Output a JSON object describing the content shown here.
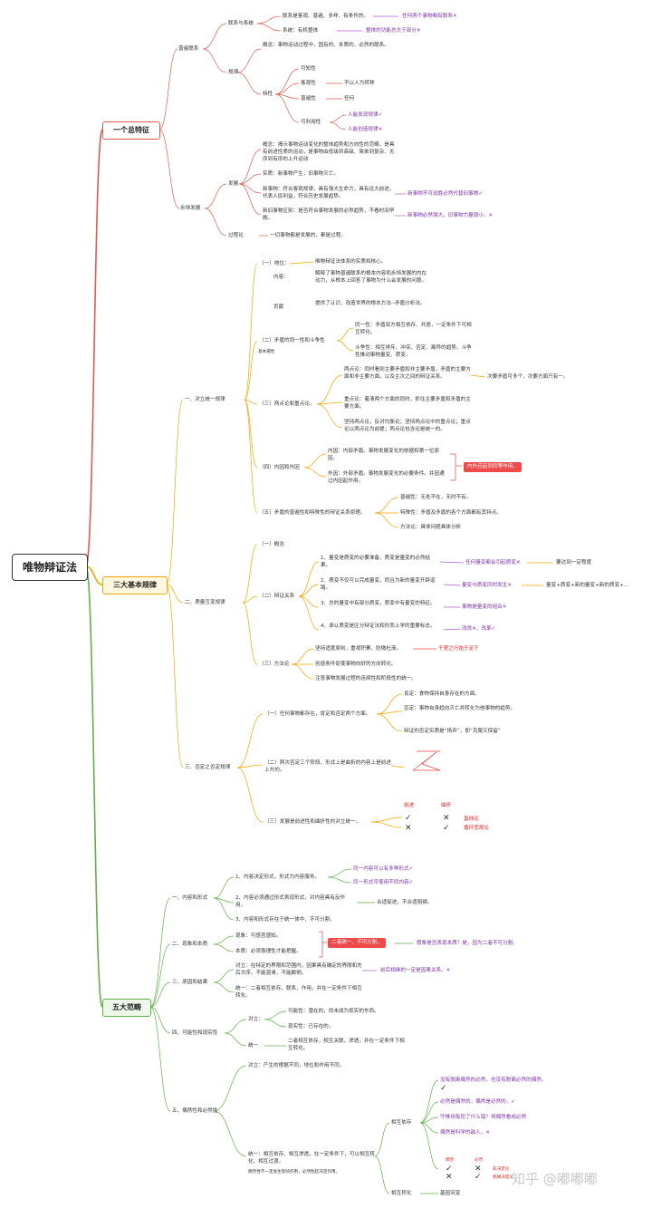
{
  "root": "唯物辩证法",
  "branches": {
    "b1": "一个总特征",
    "b2": "三大基本规律",
    "b3": "五大范畴"
  },
  "s1": {
    "pu": "普遍联系",
    "lxxt": "联系与系统",
    "l1": "联系是客观、普遍、多样、有条件的。",
    "l1a": "任何两个事物都有联系✕",
    "l2": "系统：有机整体",
    "l2a": "整体的功能总大于部分✕",
    "gl": "规律",
    "glgn": "概念：事物运动过程中，固有的、本质的、必然的联系。",
    "tx": "特性",
    "t1": "可知性",
    "t2": "客观性",
    "t2a": "不以人为转移",
    "t3": "普遍性",
    "t3a": "任何",
    "t4": "可利用性",
    "t4a": "人能发现规律✓",
    "t4b": "人能创造规律✕",
    "yh": "永恒发展",
    "fz": "发展",
    "f1": "概念：揭示事物运动变化的整体趋势和方向性的范畴，是具有前进性质的运动，是事物由低级到高级、简单到复杂、无序到有序的上升运动",
    "f2": "实质：新事物产生，旧事物灭亡。",
    "f3": "新事物：符合客观规律，具有强大生命力，具有远大前途，代表人民利益，符合历史发展趋势。",
    "f3a": "新事物不可战胜必然代替旧事物✓",
    "f4": "新旧事物区别：是否符合事物发展的必然趋势，不看时间早晚。",
    "f4a": "新事物必然强大，旧事物力量弱小。✕",
    "gcl": "过程论",
    "gcla": "一切事物都是发展的，都是过程。"
  },
  "s2": {
    "dl": "一、对立统一规律",
    "a1": "（一）地位：",
    "a1a": "唯物辩证法体系的实质和核心。",
    "a1n": "内容：",
    "a1na": "解释了事物普遍联系的根本内容和永恒发展的内在动力，从根本上回答了事物为什么会发展的问题。",
    "a1g": "贡献",
    "a1ga": "提供了认识、改造世界的根本方法--矛盾分析法。",
    "a2": "（二）矛盾的同一性和斗争性",
    "a2s": "基本属性",
    "a2a": "同一性：矛盾双方相互依存、共居，一定条件下可相互转化。",
    "a2b": "斗争性：相互排斥、冲突、否定、离异的趋势。斗争性推动事物量变、质变。",
    "a3": "（三）两点论和重点论。",
    "a3a": "两点论：同时看到主要矛盾和非主要矛盾，矛盾的主要方面和非主要方面，以及主次之间的辩证关系。",
    "a3aa": "次要矛盾可多个，次要方面只有一。",
    "a3b": "重点论：着清两个方面的同时，抓住主要矛盾和矛盾的主要方面。",
    "a3c": "坚持两点论，反对均衡论；坚持两点论中的重点论；重点论以两点论为前提；两点论包含论是统一的。",
    "a4": "（四）内因和外因",
    "a4a": "内因：内部矛盾。事物发展变化的依据和第一位原因。",
    "a4b": "外因：外部矛盾。事物发展变化的必要条件。并因通过内因起作用。",
    "a4box": "内外应起到同等作用。",
    "a5": "（五）矛盾的普遍性和特殊性的辩证关系原理。",
    "a5a": "普遍性：无处不在，无时不有。",
    "a5b": "特殊性：矛盾及矛盾的各个方面都有其特点。",
    "a5c": "方法论：具体问题具体分析",
    "zl": "二、质量互变规律",
    "b1": "（一）概念",
    "b2": "（二）辩证关系",
    "b2a": "1、量变是质变的必要准备，质变是量变的必然结果。",
    "b2aa": "任何量变都会引起质变✕",
    "b2ab": "要达到一定程度",
    "b2b": "2、质变不仅可以完成量变，而且为新的量变开辟道路。",
    "b2ba": "量变与质变同时发生✕",
    "b2bb": "量变+质变+新的量变+新的质变+...",
    "b2c": "3、总的量变中有部分质变，质变中有量变的特征。",
    "b2ca": "事物是量变的组合✕",
    "b2d": "4、承认质变是区分辩证法和形而上学的重要标志。",
    "b2da": "改良✕，改革✓",
    "b3": "（三）方法论",
    "b3a": "坚持适度原则，重视积累，防微杜渐。",
    "b3aa": "千里之行始于足下",
    "b3b": "创造条件促使事物向好的方向转化。",
    "b3c": "注意事物发展过程的连续性和阶段性的统一。",
    "fd": "三、否定之否定规律",
    "c1": "（一）任何事物都存在，肯定和否定两个方面。",
    "c1a": "肯定：食物保持自身存在的方面。",
    "c1b": "否定：事物自身趋向灭亡并转化为他事物的趋势。",
    "c1c": "辩证的否定实质是“扬弃”，即“克服又保留”",
    "c2": "（二）两次否定三个阶段，形式上是曲折的内容上是前进上升的。",
    "c3": "（三）发展是前进性和曲折性的对立统一。",
    "qj": "前进",
    "qz": "曲折",
    "m1": "✓",
    "m2": "✕",
    "m3": "✕",
    "m4": "✓",
    "c3a": "直线论",
    "c3b": "循环悲观论"
  },
  "s3": {
    "n1": "一、内容和形式",
    "n1a": "1、内容决定形式，形式为内容服务。",
    "n1aa": "同一内容可以有多种形式✓",
    "n1ab": "同一形式可使用不同内容✓",
    "n1b": "2、内容必须通过形式表现形式，对内容具有反作用。",
    "n1ba": "合适促进，不合适阻碍。",
    "n1c": "3、内容和形式存在于统一体中，不可分割。",
    "n2": "二、现象和本质",
    "n2a": "现象：可感官感知。",
    "n2b": "本质：必须靠理性才能把握。",
    "n2box": "二者统一，不可分割。",
    "n2c": "假象是否表现本质？是，因为二者不可分割。",
    "n3": "三、原因和结果",
    "n3a": "对立：在特定的界限和范围内，因果具有确定的界限和先后次序，不能混淆，不能颠倒。",
    "n3aa": "前后相继的一定是因果关系。✕",
    "n3b": "统一：二者相互依存，联系，作用，并在一定条件下相互转化。",
    "n4": "四、可能性和现实性",
    "n4d": "对立：",
    "n4a": "可能性：潜在的，尚未成为现实的东西。",
    "n4b": "现实性：已存在的。",
    "n4t": "统一",
    "n4c": "二者相互依存，相互关联，渗透，并在一定条件下相互转化。",
    "n5": "五、偶然性和必然性",
    "n5a": "对立：产生的根据不同，地位和作用不同。",
    "n5b": "统一：相互依存，相互渗透，在一定条件下，可以相互转化，相互过渡。",
    "n5bs": "偶然性不一定发生影响作用，必然性起决定作用。",
    "n5d": "相互依存",
    "n5d1": "没有脱离偶然的必然，也没有脱离必然的偶然。",
    "n5d1m": "✓",
    "n5d2": "必然是偶然的，偶然是必然的。✓",
    "n5d3": "守株待兔犯了什么错？将偶然看成必然",
    "n5d4": "偶然是科学的敌人。✕",
    "gr": "偶然",
    "br": "必然",
    "o1": "✓",
    "o2": "✕",
    "o3": "✕",
    "o4": "✓",
    "oa": "非决定论",
    "ob": "机械决定论",
    "n5e": "相互转化",
    "n5ea": "基因突变"
  },
  "watermark": "知乎 @嘟嘟嘟"
}
